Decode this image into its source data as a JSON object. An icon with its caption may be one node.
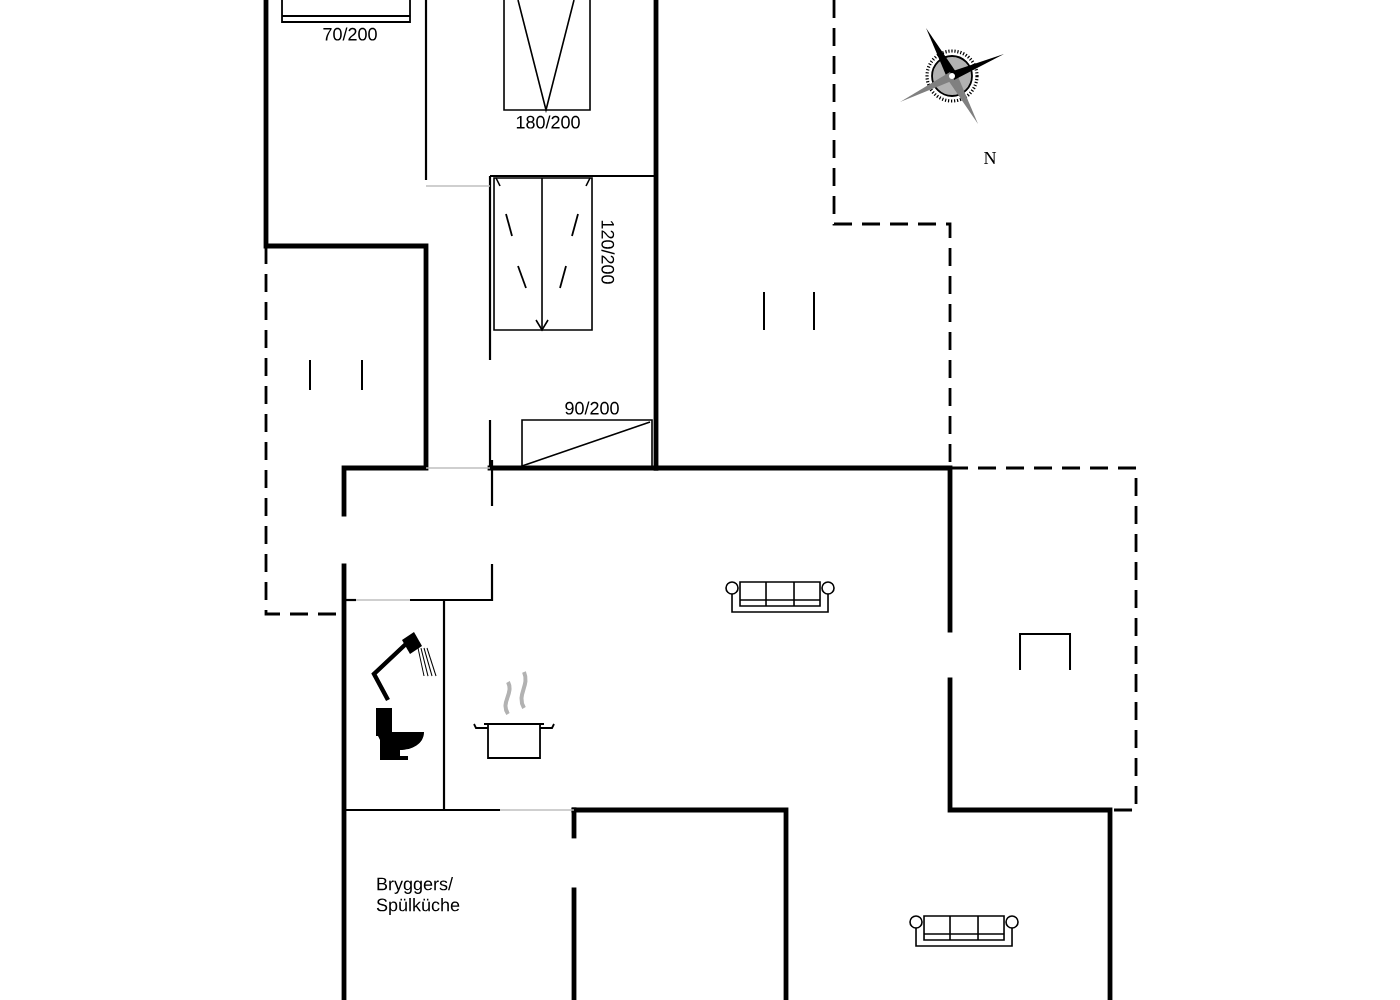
{
  "diagram": {
    "labels": [
      "70/200",
      "180/200",
      "N",
      "120/200",
      "90/200",
      "Bryggers/ Spülküche"
    ]
  }
}
